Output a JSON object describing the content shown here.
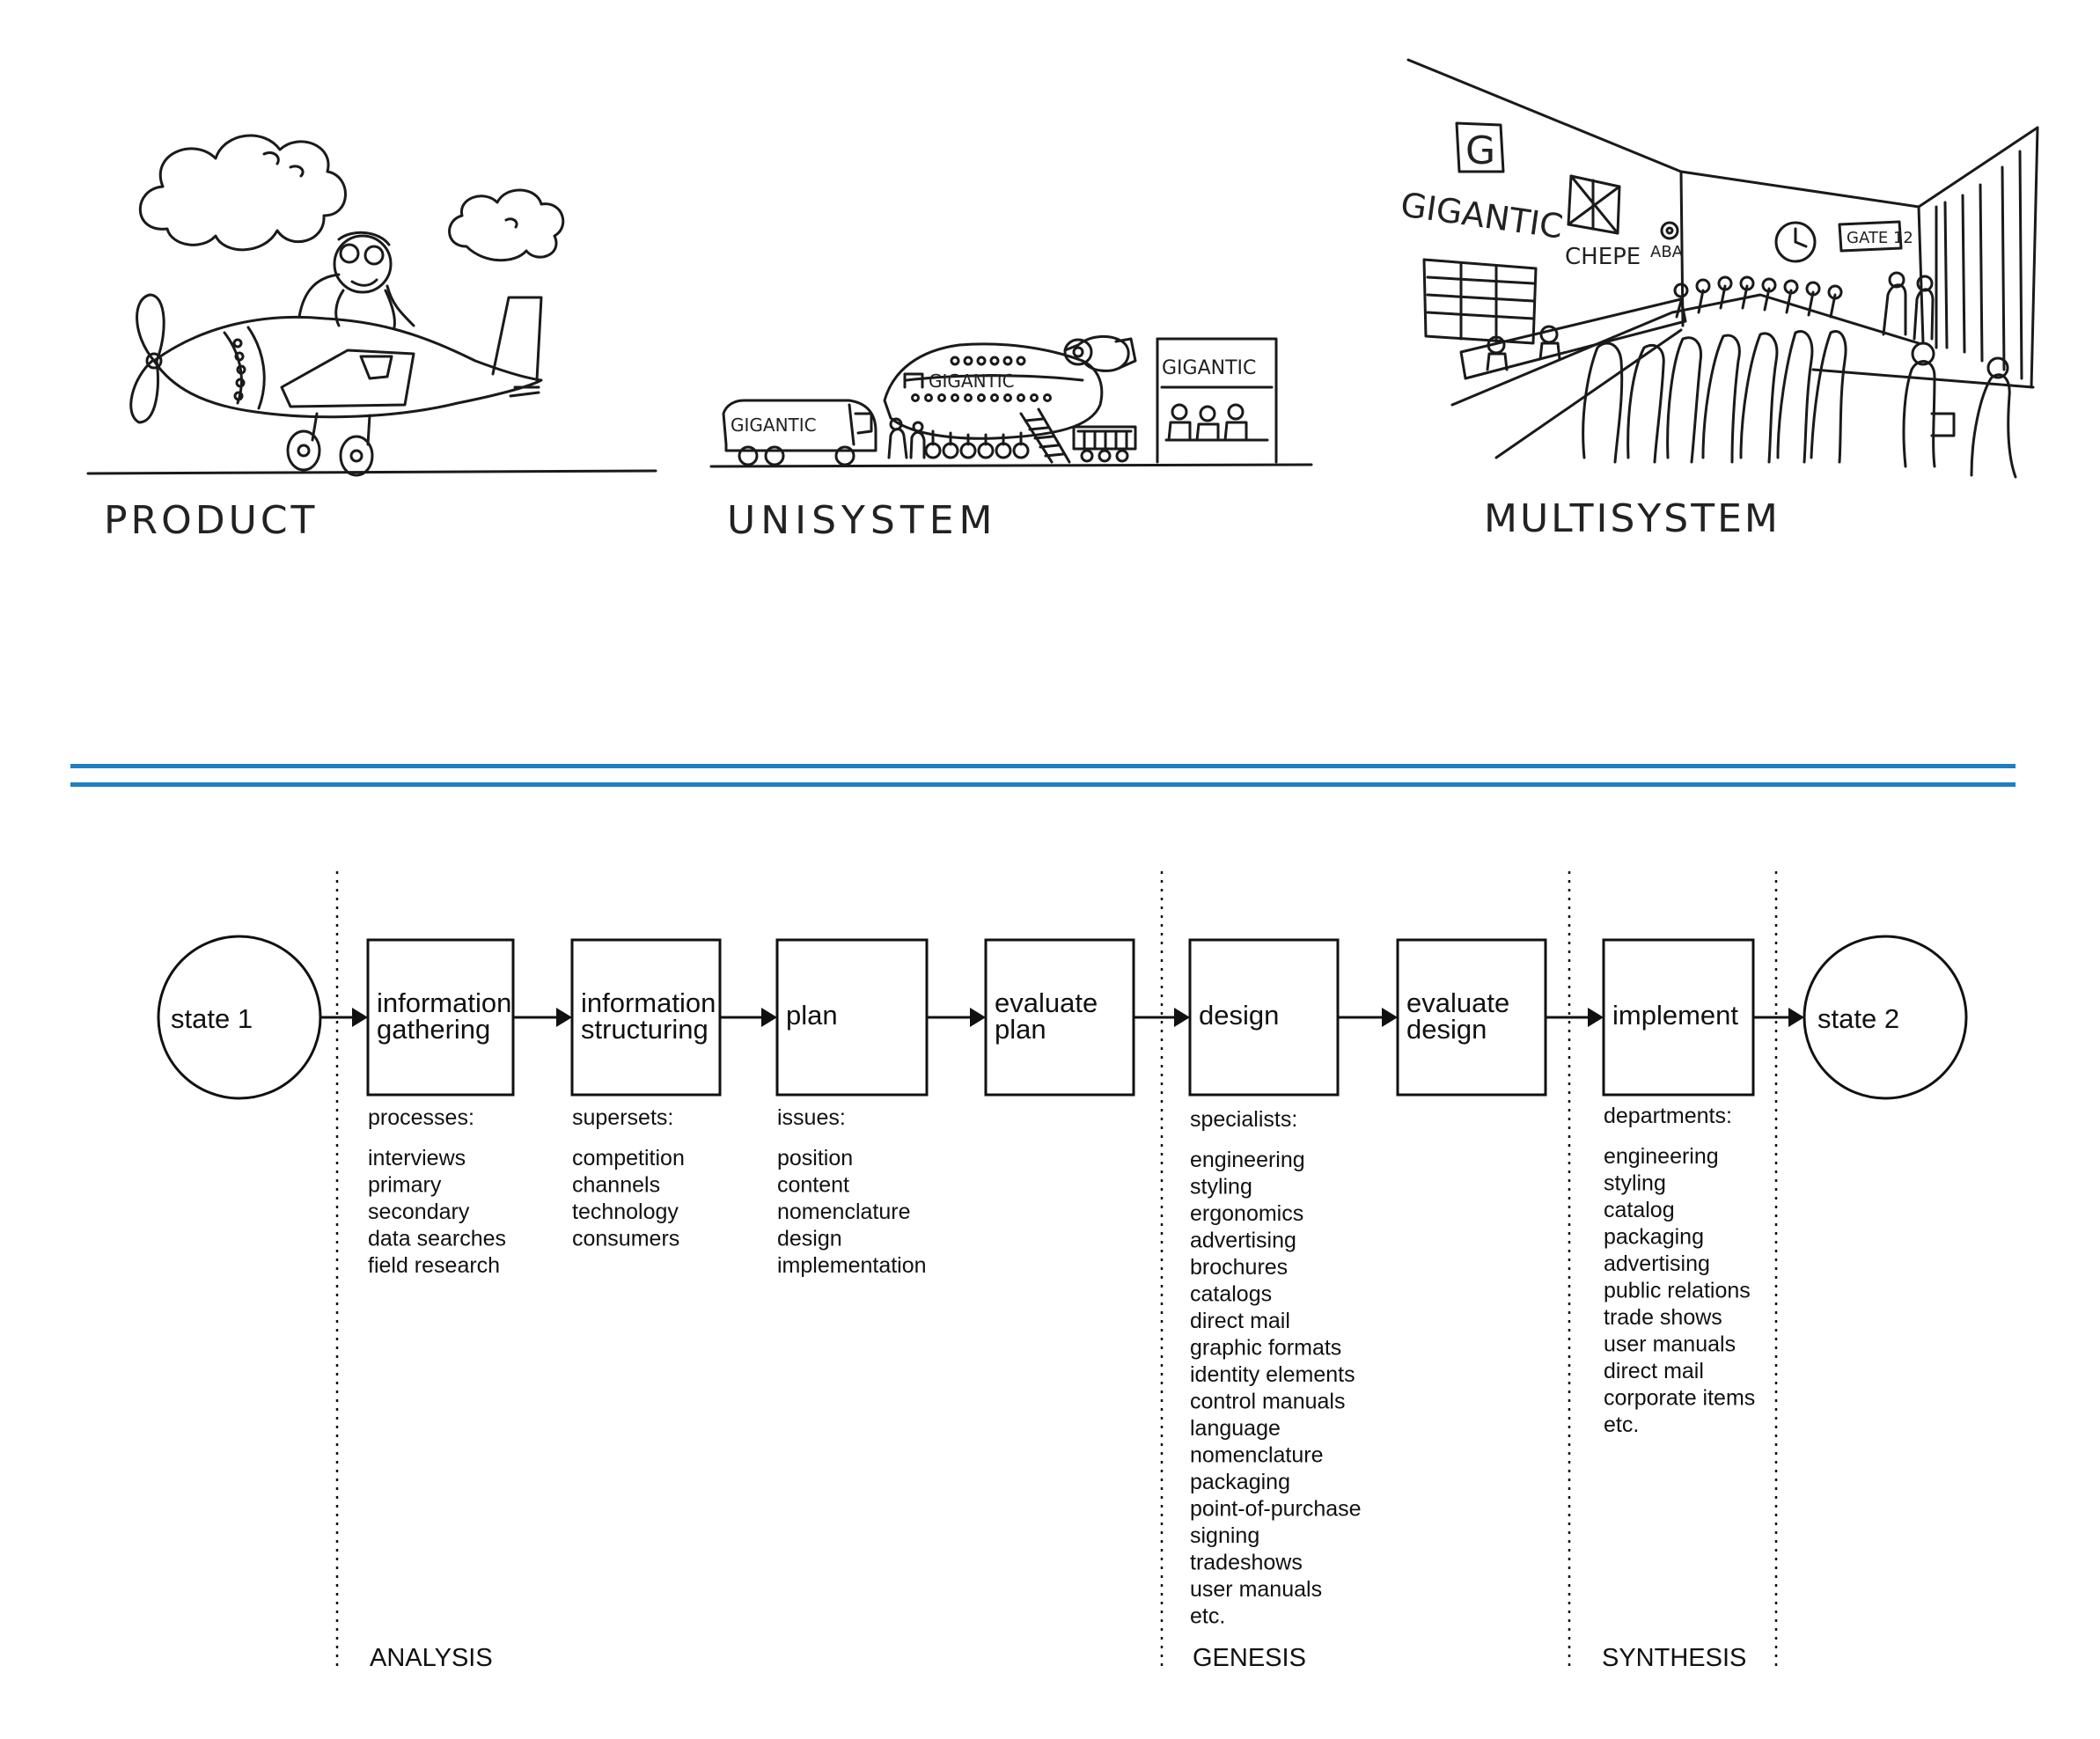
{
  "illustrations": {
    "product_label": "PRODUCT",
    "unisystem_label": "UNISYSTEM",
    "multisystem_label": "MULTISYSTEM",
    "truck_sign": "GIGANTIC",
    "plane_sign": "GIGANTIC",
    "store_sign": "GIGANTIC",
    "terminal_logo_letter": "G",
    "terminal_brand": "GIGANTIC",
    "counter_chepe": "CHEPE",
    "counter_aba": "ABA",
    "gate_sign": "GATE 12"
  },
  "colors": {
    "divider": "#1f7fc4",
    "ink": "#111111"
  },
  "process": {
    "start_state": "state 1",
    "end_state": "state 2",
    "steps": [
      {
        "line1": "information",
        "line2": "gathering"
      },
      {
        "line1": "information",
        "line2": "structuring"
      },
      {
        "line1": "plan",
        "line2": ""
      },
      {
        "line1": "evaluate",
        "line2": "plan"
      },
      {
        "line1": "design",
        "line2": ""
      },
      {
        "line1": "evaluate",
        "line2": "design"
      },
      {
        "line1": "implement",
        "line2": ""
      }
    ],
    "lists": [
      {
        "heading": "processes:",
        "items": [
          "interviews",
          "primary",
          "secondary",
          "data searches",
          "field research"
        ]
      },
      {
        "heading": "supersets:",
        "items": [
          "competition",
          "channels",
          "technology",
          "consumers"
        ]
      },
      {
        "heading": "issues:",
        "items": [
          "position",
          "content",
          "nomenclature",
          "design",
          "implementation"
        ]
      },
      {
        "heading": "specialists:",
        "items": [
          "engineering",
          "styling",
          "ergonomics",
          "advertising",
          "brochures",
          "catalogs",
          "direct mail",
          "graphic formats",
          "identity elements",
          "control manuals",
          "language",
          "nomenclature",
          "packaging",
          "point-of-purchase",
          "signing",
          "tradeshows",
          "user manuals",
          "etc."
        ]
      },
      {
        "heading": "departments:",
        "items": [
          "engineering",
          "styling",
          "catalog",
          "packaging",
          "advertising",
          "public relations",
          "trade shows",
          "user manuals",
          "direct mail",
          "corporate items",
          "etc."
        ]
      }
    ],
    "stages": [
      "ANALYSIS",
      "GENESIS",
      "SYNTHESIS"
    ]
  }
}
